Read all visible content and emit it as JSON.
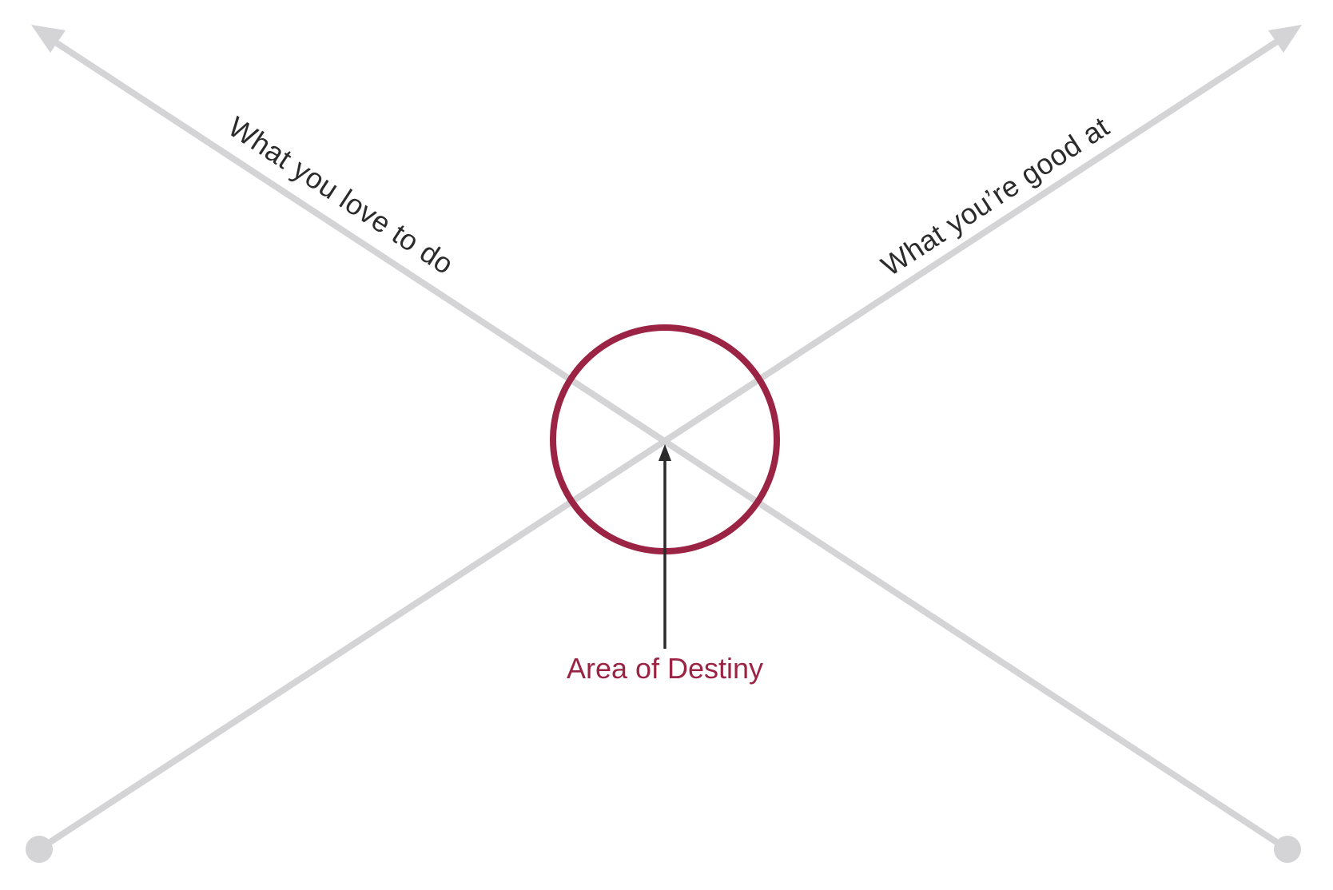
{
  "diagram": {
    "axis_love_label": "What you love to do",
    "axis_good_label": "What you’re good at",
    "center_label": "Area of Destiny"
  },
  "colors": {
    "axis": "#d4d4d6",
    "circle": "#9b2343",
    "label_text": "#2b2b2b",
    "pointer_arrow": "#2b2b2b",
    "center_label_text": "#9b2343",
    "background": "#ffffff"
  },
  "icons": {
    "axis_arrowhead": "triangle-arrowhead-icon",
    "axis_origin": "dot-origin-icon"
  }
}
